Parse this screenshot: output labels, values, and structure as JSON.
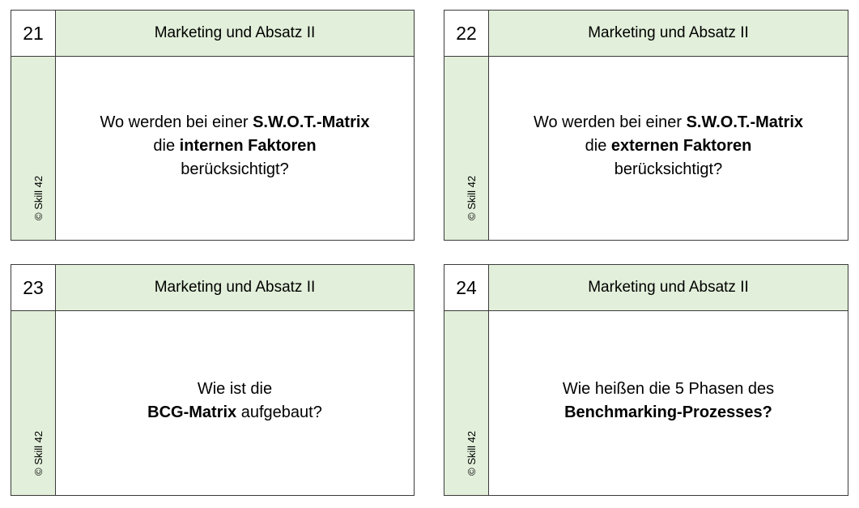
{
  "cards": [
    {
      "number": "21",
      "header": "Marketing und Absatz II",
      "copyright": "© Skill 42",
      "lines": [
        [
          {
            "t": "Wo werden bei einer ",
            "b": false
          },
          {
            "t": "S.W.O.T.-Matrix",
            "b": true
          }
        ],
        [
          {
            "t": "die ",
            "b": false
          },
          {
            "t": "internen Faktoren",
            "b": true
          }
        ],
        [
          {
            "t": "berücksichtigt?",
            "b": false
          }
        ]
      ]
    },
    {
      "number": "22",
      "header": "Marketing und Absatz II",
      "copyright": "© Skill 42",
      "lines": [
        [
          {
            "t": "Wo werden bei einer ",
            "b": false
          },
          {
            "t": "S.W.O.T.-Matrix",
            "b": true
          }
        ],
        [
          {
            "t": "die ",
            "b": false
          },
          {
            "t": "externen Faktoren",
            "b": true
          }
        ],
        [
          {
            "t": "berücksichtigt?",
            "b": false
          }
        ]
      ]
    },
    {
      "number": "23",
      "header": "Marketing und Absatz II",
      "copyright": "© Skill 42",
      "lines": [
        [
          {
            "t": "Wie ist die",
            "b": false
          }
        ],
        [
          {
            "t": "BCG-Matrix",
            "b": true
          },
          {
            "t": " aufgebaut?",
            "b": false
          }
        ]
      ]
    },
    {
      "number": "24",
      "header": "Marketing und Absatz II",
      "copyright": "© Skill 42",
      "lines": [
        [
          {
            "t": "Wie heißen die 5 Phasen des",
            "b": false
          }
        ],
        [
          {
            "t": "Benchmarking-Prozesses?",
            "b": true
          }
        ]
      ]
    }
  ]
}
